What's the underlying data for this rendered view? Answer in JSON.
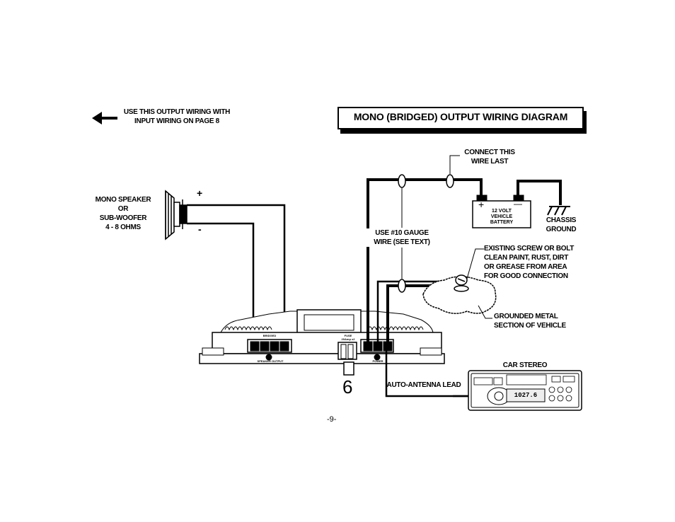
{
  "header": {
    "note_line1": "USE THIS OUTPUT WIRING WITH",
    "note_line2": "INPUT WIRING ON PAGE 8",
    "title": "MONO (BRIDGED) OUTPUT WIRING DIAGRAM"
  },
  "labels": {
    "speaker_line1": "MONO SPEAKER",
    "speaker_line2": "OR",
    "speaker_line3": "SUB-WOOFER",
    "speaker_line4": "4 - 8 OHMS",
    "plus": "+",
    "minus": "-",
    "connect_line1": "CONNECT THIS",
    "connect_line2": "WIRE LAST",
    "battery_line1": "12 VOLT",
    "battery_line2": "VEHICLE",
    "battery_line3": "BATTERY",
    "battery_plus": "+",
    "battery_minus": "—",
    "chassis_line1": "CHASSIS",
    "chassis_line2": "GROUND",
    "gauge_line1": "USE #10 GAUGE",
    "gauge_line2": "WIRE (SEE TEXT)",
    "screw_line1": "EXISTING SCREW OR BOLT",
    "screw_line2": "CLEAN PAINT, RUST, DIRT",
    "screw_line3": "OR GREASE FROM  AREA",
    "screw_line4": "FOR GOOD CONNECTION",
    "metal_line1": "GROUNDED METAL",
    "metal_line2": "SECTION OF VEHICLE",
    "car_stereo": "CAR STEREO",
    "antenna": "AUTO-ANTENNA LEAD",
    "fuse_line1": "FUSE",
    "fuse_line2": "20Amp x2",
    "bridged": "BRIDGED",
    "speaker_output": "SPEAKER OUTPUT",
    "power": "POWER",
    "stereo_display": "1027.6",
    "fuse_number": "6"
  },
  "footer": {
    "page_number": "-9-"
  }
}
